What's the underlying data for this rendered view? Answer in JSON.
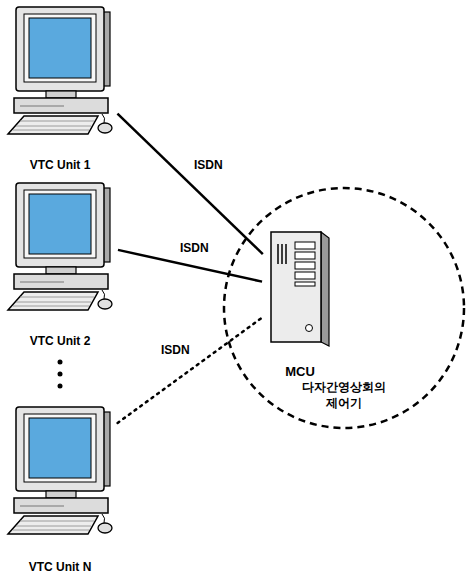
{
  "diagram": {
    "nodes": [
      {
        "text": [
          "VTC Unit 1"
        ]
      },
      {
        "text": [
          "다자간영상회의 제어기"
        ]
      },
      {
        "text": [
          "MCU"
        ],
        "in": 1
      },
      {
        "text": [
          "VTC Unit 2"
        ]
      },
      {
        "text": [
          "VTC Unit N"
        ]
      }
    ],
    "edges": [
      {
        "from": 0,
        "to": 2,
        "label": "ISDN",
        "arrow": "none"
      },
      {
        "from": 3,
        "to": 2,
        "label": "ISDN",
        "arrow": "none"
      },
      {
        "from": 4,
        "to": 2,
        "label": "ISDN",
        "arrow": "none"
      }
    ]
  }
}
